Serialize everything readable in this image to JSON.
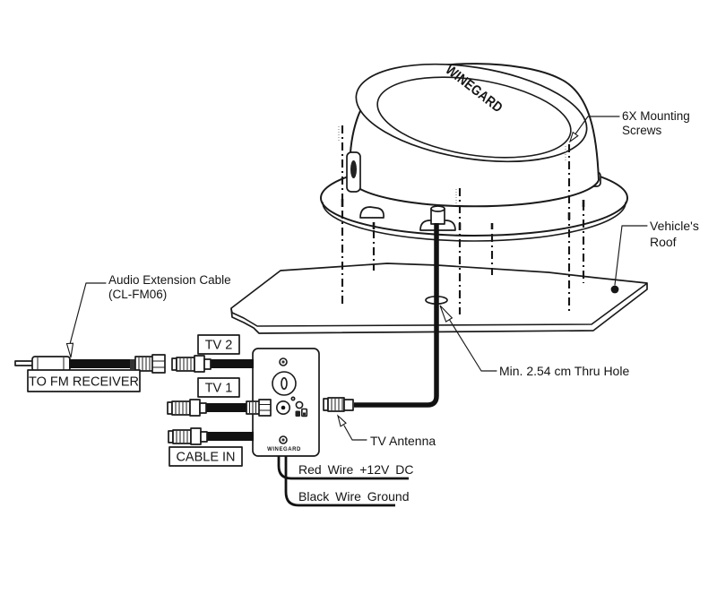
{
  "diagram": {
    "title_context": "TV antenna installation diagram",
    "colors": {
      "background": "#ffffff",
      "line": "#1a1a1a"
    },
    "antenna": {
      "logo": "WINEGARD"
    },
    "wallplate": {
      "brand": "WINEGARD"
    },
    "callouts": {
      "mounting_screws_line1": "6X Mounting",
      "mounting_screws_line2": "Screws",
      "vehicles_roof_line1": "Vehicle's",
      "vehicles_roof_line2": "Roof",
      "thru_hole": "Min. 2.54 cm Thru Hole",
      "tv_antenna": "TV Antenna",
      "audio_cable_line1": "Audio Extension Cable",
      "audio_cable_line2": "(CL-FM06)",
      "red_wire": "Red Wire +12V DC",
      "black_wire": "Black Wire Ground"
    },
    "port_labels": {
      "tv2": "TV 2",
      "tv1": "TV 1",
      "cable_in": "CABLE IN",
      "to_fm_receiver": "TO FM RECEIVER"
    }
  }
}
